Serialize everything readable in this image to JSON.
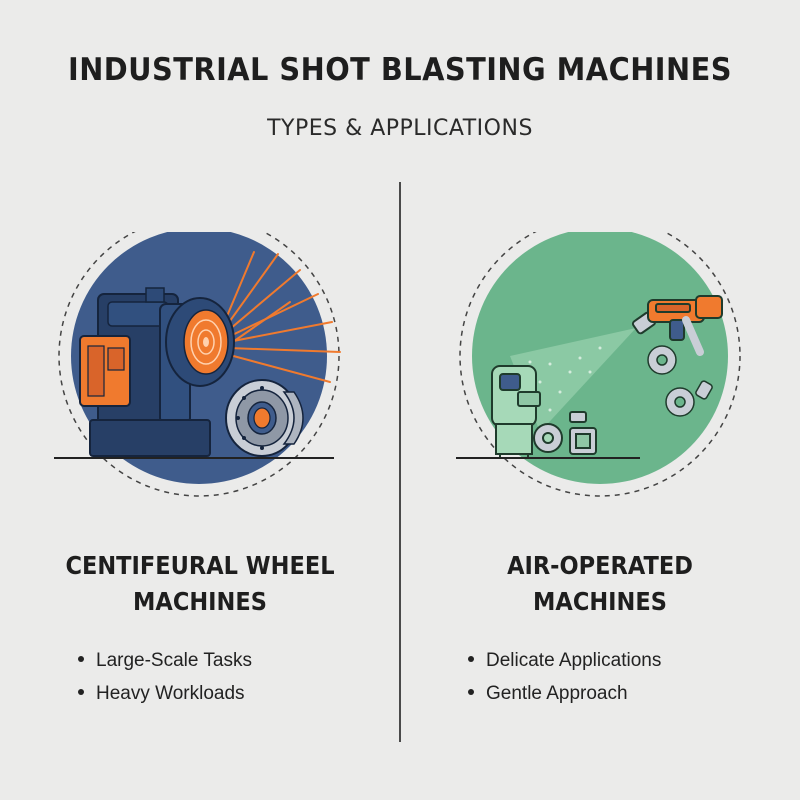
{
  "header": {
    "title": "INDUSTRIAL SHOT BLASTING MACHINES",
    "subtitle": "TYPES & APPLICATIONS"
  },
  "left": {
    "heading_line1": "CENTIFEURAL WHEEL",
    "heading_line2": "MACHINES",
    "bullets": [
      "Large-Scale Tasks",
      "Heavy Workloads"
    ],
    "circle_color": "#3f5c8c",
    "accent_color": "#f07a2e",
    "illustration_icon": "centrifugal-wheel-machine-icon"
  },
  "right": {
    "heading_line1": "AIR-OPERATED",
    "heading_line2": "MACHINES",
    "bullets": [
      "Delicate Applications",
      "Gentle Approach"
    ],
    "circle_color": "#6bb58c",
    "accent_color": "#f07a2e",
    "illustration_icon": "air-blasting-nozzle-icon"
  }
}
